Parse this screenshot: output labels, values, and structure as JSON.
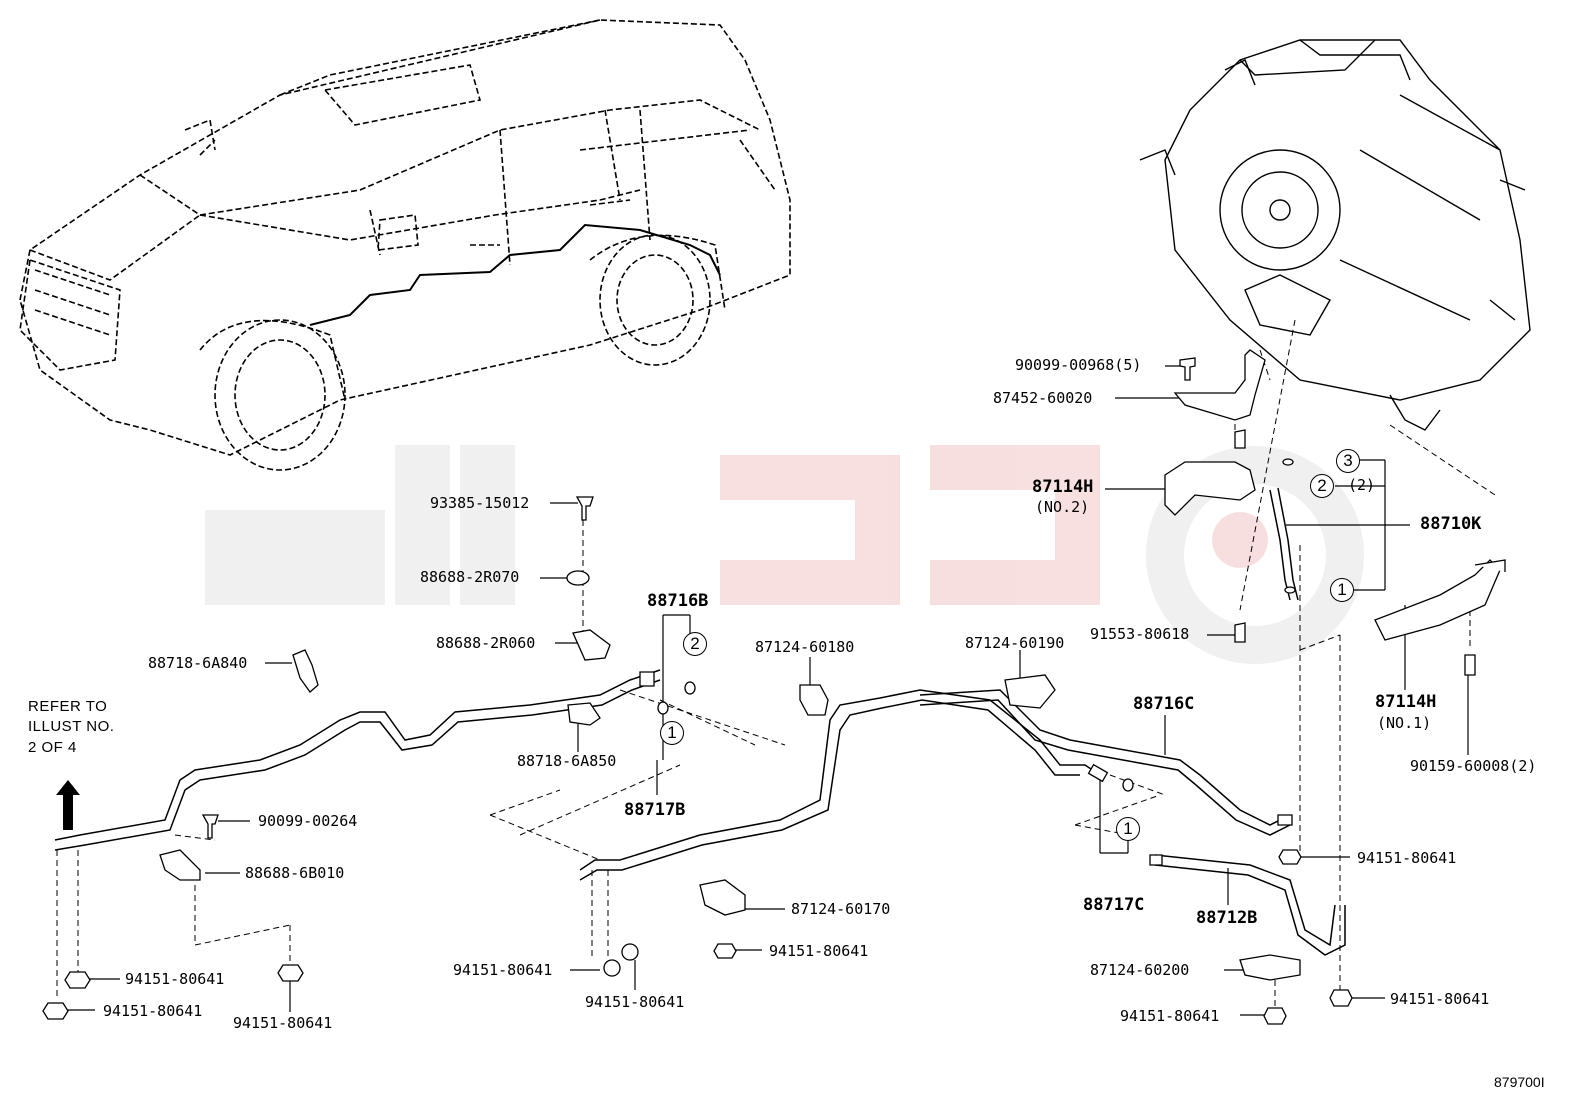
{
  "note": {
    "line1": "REFER  TO",
    "line2": "ILLUST NO.",
    "line3": "2 OF 4"
  },
  "watermark_text": "سرطان",
  "figure_id": "879700I",
  "callouts": {
    "one": "1",
    "two": "2",
    "three": "3"
  },
  "labels": {
    "p90099_00968": "90099-00968(5)",
    "p87452_60020": "87452-60020",
    "p87114H_no2": "87114H",
    "p87114H_no2_sub": "(NO.2)",
    "p88710K": "88710K",
    "p91553_80618": "91553-80618",
    "p87114H_no1": "87114H",
    "p87114H_no1_sub": "(NO.1)",
    "p90159_60008": "90159-60008(2)",
    "p93385_15012": "93385-15012",
    "p88688_2R070": "88688-2R070",
    "p88688_2R060": "88688-2R060",
    "p88718_6A840": "88718-6A840",
    "p88716B": "88716B",
    "p87124_60180": "87124-60180",
    "p87124_60190": "87124-60190",
    "p88718_6A850": "88718-6A850",
    "p88717B": "88717B",
    "p88716C": "88716C",
    "p90099_00264": "90099-00264",
    "p88688_6B010": "88688-6B010",
    "p94151_a": "94151-80641",
    "p94151_b": "94151-80641",
    "p94151_c": "94151-80641",
    "p94151_d": "94151-80641",
    "p94151_e": "94151-80641",
    "p94151_f": "94151-80641",
    "p94151_g": "94151-80641",
    "p94151_h": "94151-80641",
    "p94151_i": "94151-80641",
    "p87124_60170": "87124-60170",
    "p88717C": "88717C",
    "p88712B": "88712B",
    "p87124_60200": "87124-60200",
    "p2paren": "(2)"
  }
}
